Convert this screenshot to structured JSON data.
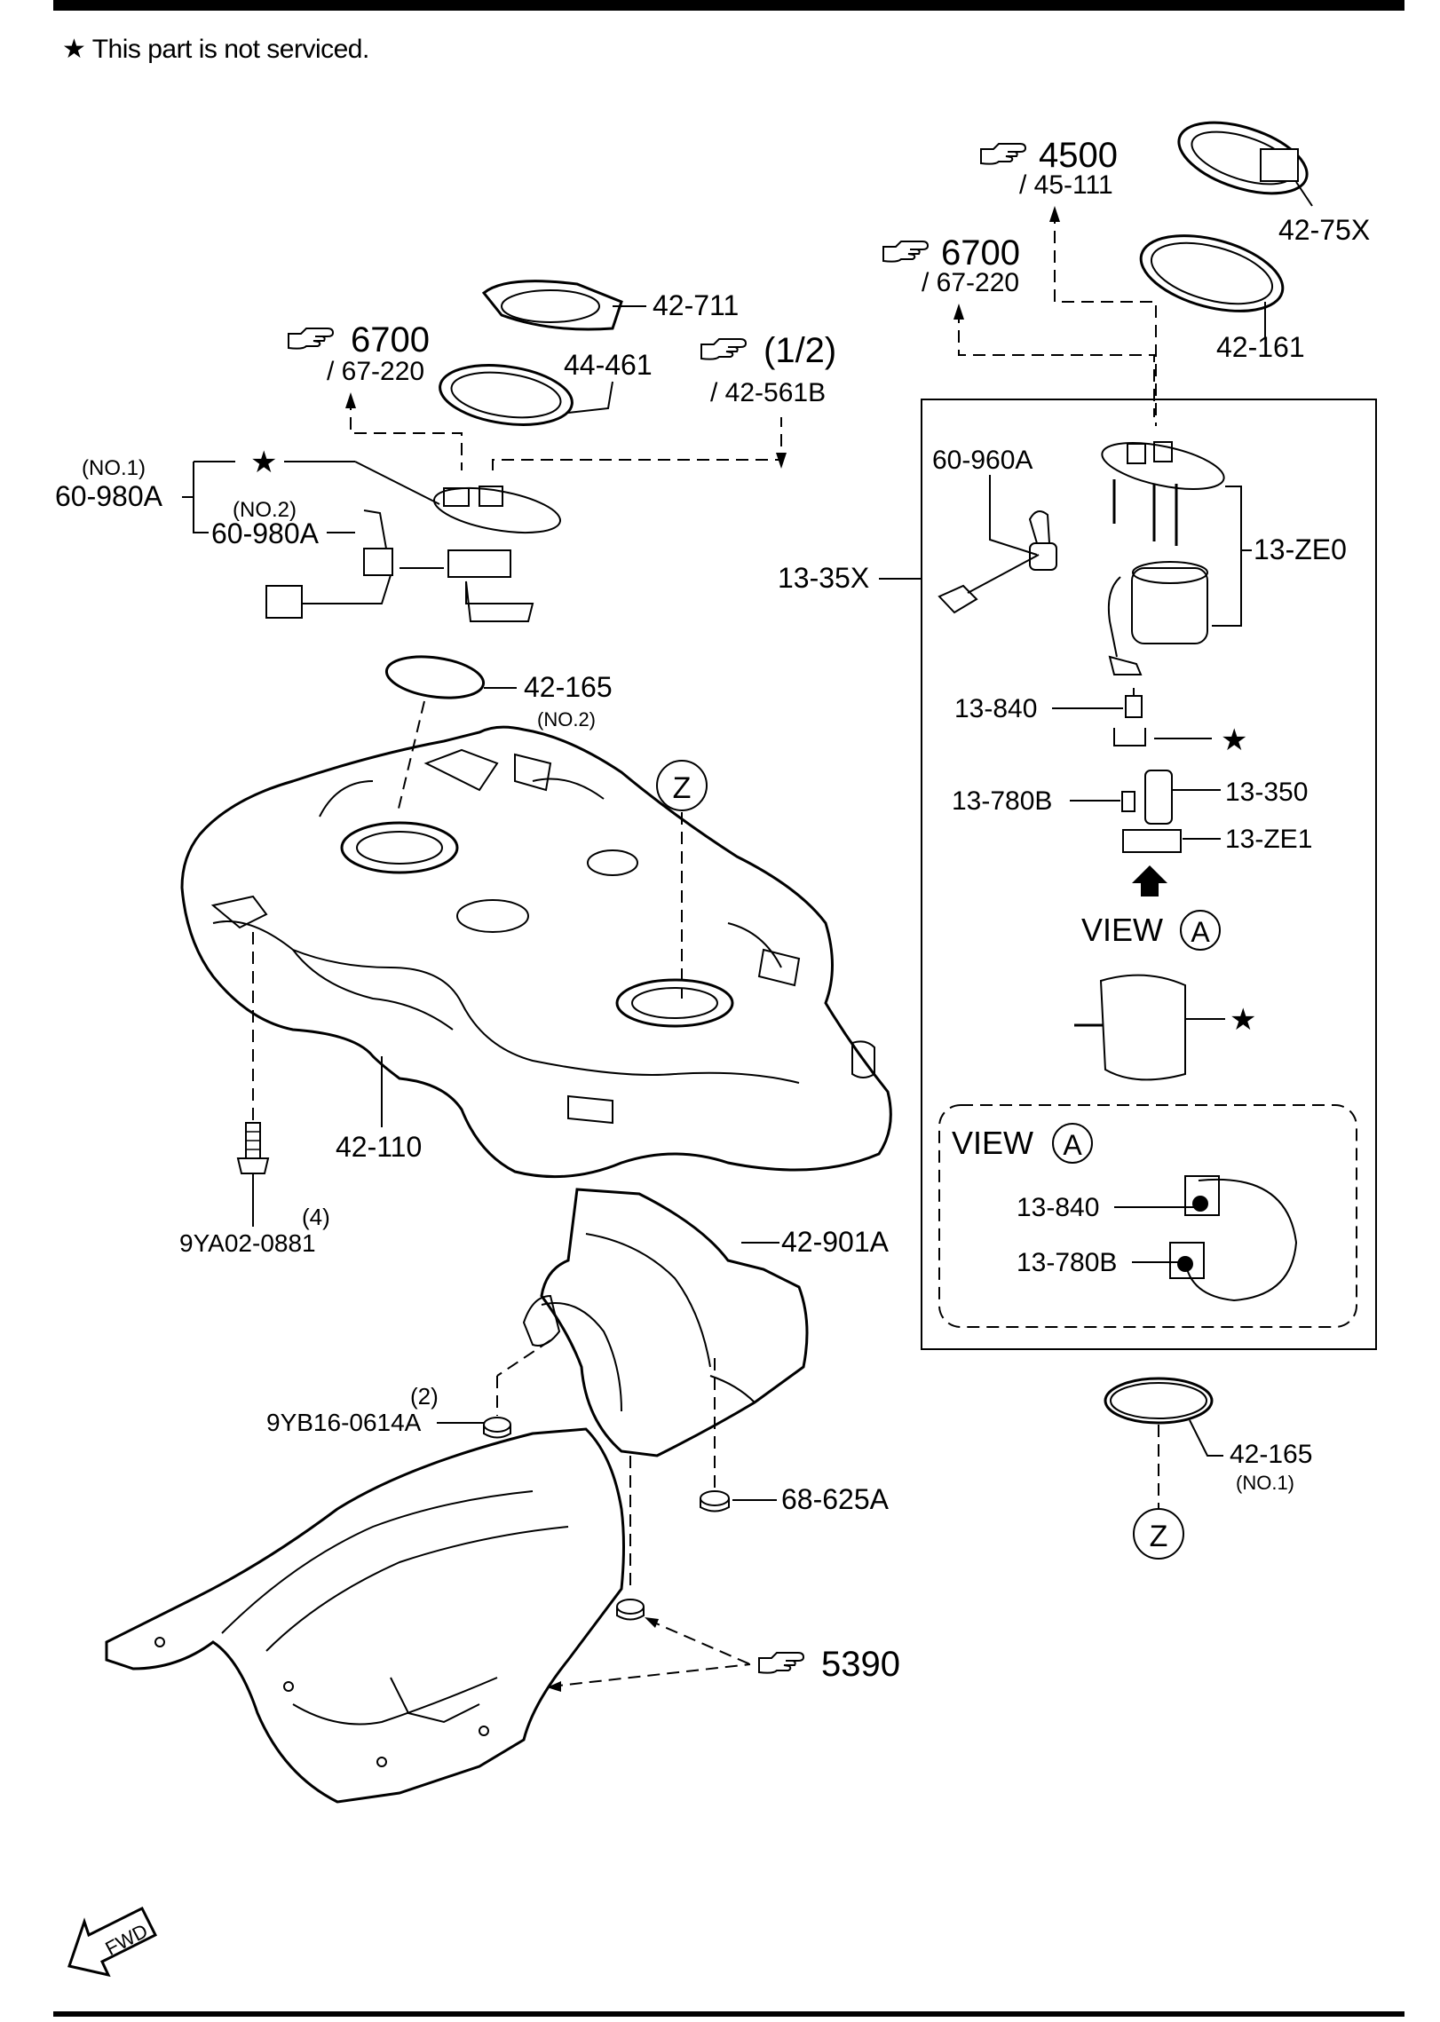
{
  "header": {
    "note": "★ This part is not serviced."
  },
  "refs": {
    "r4500": "4500",
    "r4500_sub": "/ 45-111",
    "r6700_right": "6700",
    "r6700_right_sub": "/ 67-220",
    "r6700_left": "6700",
    "r6700_left_sub": "/ 67-220",
    "r12": "(1/2)",
    "r12_sub": "/ 42-561B",
    "r5390": "5390"
  },
  "parts": {
    "p42_75x": "42-75X",
    "p42_161": "42-161",
    "p42_711": "42-711",
    "p44_461": "44-461",
    "p60_980a_no1_tag": "(NO.1)",
    "p60_980a_no1": "60-980A",
    "p60_980a_no2_tag": "(NO.2)",
    "p60_980a_no2": "60-980A",
    "p60_960a": "60-960A",
    "p13_ze0": "13-ZE0",
    "p13_35x": "13-35X",
    "p42_165_no2": "42-165",
    "p42_165_no2_tag": "(NO.2)",
    "p13_840": "13-840",
    "p13_780b": "13-780B",
    "p13_350": "13-350",
    "p13_ze1": "13-ZE1",
    "view_a_1": "VIEW",
    "view_a_2": "VIEW",
    "circle_a": "A",
    "circle_z": "Z",
    "p42_110": "42-110",
    "p9ya02_0881": "9YA02-0881",
    "p9ya02_qty": "(4)",
    "p42_901a": "42-901A",
    "p13_840_b": "13-840",
    "p13_780b_b": "13-780B",
    "p9yb16_0614a": "9YB16-0614A",
    "p9yb16_qty": "(2)",
    "p68_625a": "68-625A",
    "p42_165_no1": "42-165",
    "p42_165_no1_tag": "(NO.1)",
    "fwd": "FWD",
    "star": "★"
  }
}
